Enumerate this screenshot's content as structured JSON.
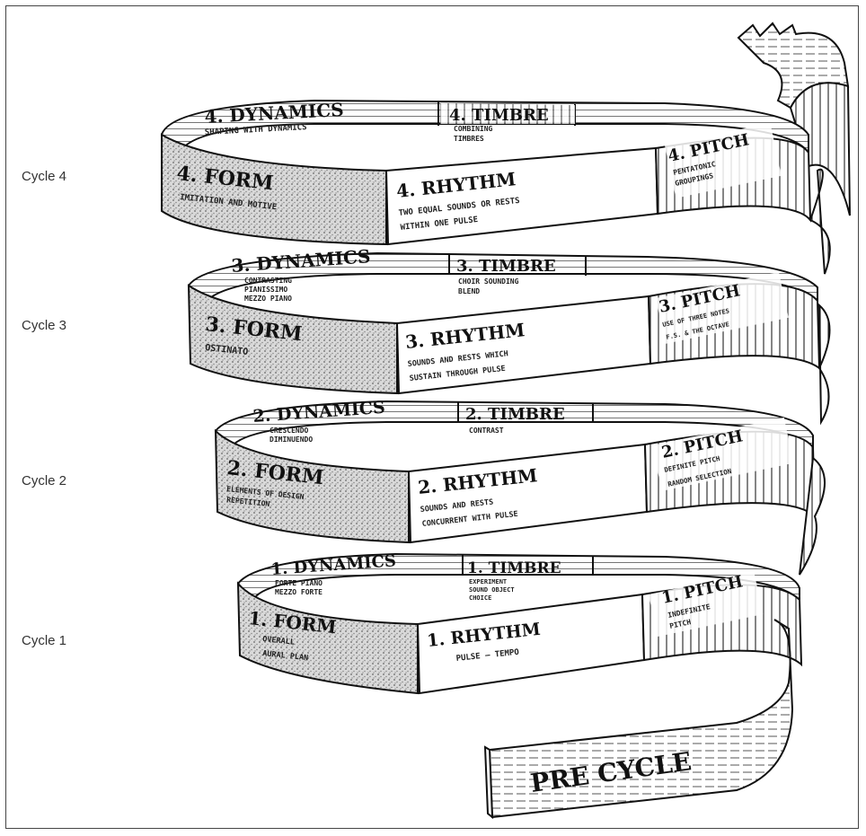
{
  "cycles": {
    "c4": "Cycle 4",
    "c3": "Cycle 3",
    "c2": "Cycle 2",
    "c1": "Cycle 1"
  },
  "segments": {
    "c4": {
      "dynamics_title": "4. DYNAMICS",
      "dynamics_sub": "SHAPING WITH DYNAMICS",
      "timbre_title": "4. TIMBRE",
      "timbre_sub1": "COMBINING",
      "timbre_sub2": "TIMBRES",
      "pitch_title": "4. PITCH",
      "pitch_sub1": "PENTATONIC",
      "pitch_sub2": "GROUPINGS",
      "form_title": "4. FORM",
      "form_sub": "IMITATION AND MOTIVE",
      "rhythm_title": "4. RHYTHM",
      "rhythm_sub1": "TWO EQUAL SOUNDS OR RESTS",
      "rhythm_sub2": "WITHIN ONE PULSE"
    },
    "c3": {
      "dynamics_title": "3. DYNAMICS",
      "dynamics_sub1": "CONTRASTING",
      "dynamics_sub2": "PIANISSIMO",
      "dynamics_sub3": "MEZZO PIANO",
      "timbre_title": "3. TIMBRE",
      "timbre_sub1": "CHOIR SOUNDING",
      "timbre_sub2": "BLEND",
      "pitch_title": "3. PITCH",
      "pitch_sub1": "USE OF THREE NOTES",
      "pitch_sub2": "F.S. & THE OCTAVE",
      "form_title": "3. FORM",
      "form_sub": "OSTINATO",
      "rhythm_title": "3. RHYTHM",
      "rhythm_sub1": "SOUNDS AND RESTS WHICH",
      "rhythm_sub2": "SUSTAIN THROUGH PULSE"
    },
    "c2": {
      "dynamics_title": "2. DYNAMICS",
      "dynamics_sub1": "CRESCENDO",
      "dynamics_sub2": "DIMINUENDO",
      "timbre_title": "2. TIMBRE",
      "timbre_sub": "CONTRAST",
      "pitch_title": "2. PITCH",
      "pitch_sub1": "DEFINITE PITCH",
      "pitch_sub2": "RANDOM SELECTION",
      "form_title": "2. FORM",
      "form_sub1": "ELEMENTS OF DESIGN",
      "form_sub2": "REPETITION",
      "rhythm_title": "2. RHYTHM",
      "rhythm_sub1": "SOUNDS AND RESTS",
      "rhythm_sub2": "CONCURRENT WITH PULSE"
    },
    "c1": {
      "dynamics_title": "1. DYNAMICS",
      "dynamics_sub1": "FORTE PIANO",
      "dynamics_sub2": "MEZZO FORTE",
      "timbre_title": "1. TIMBRE",
      "timbre_sub1": "EXPERIMENT",
      "timbre_sub2": "SOUND OBJECT",
      "timbre_sub3": "CHOICE",
      "pitch_title": "1. PITCH",
      "pitch_sub1": "INDEFINITE",
      "pitch_sub2": "PITCH",
      "form_title": "1. FORM",
      "form_sub1": "OVERALL",
      "form_sub2": "AURAL PLAN",
      "rhythm_title": "1. RHYTHM",
      "rhythm_sub": "PULSE — TEMPO"
    },
    "pre": "PRE CYCLE"
  }
}
